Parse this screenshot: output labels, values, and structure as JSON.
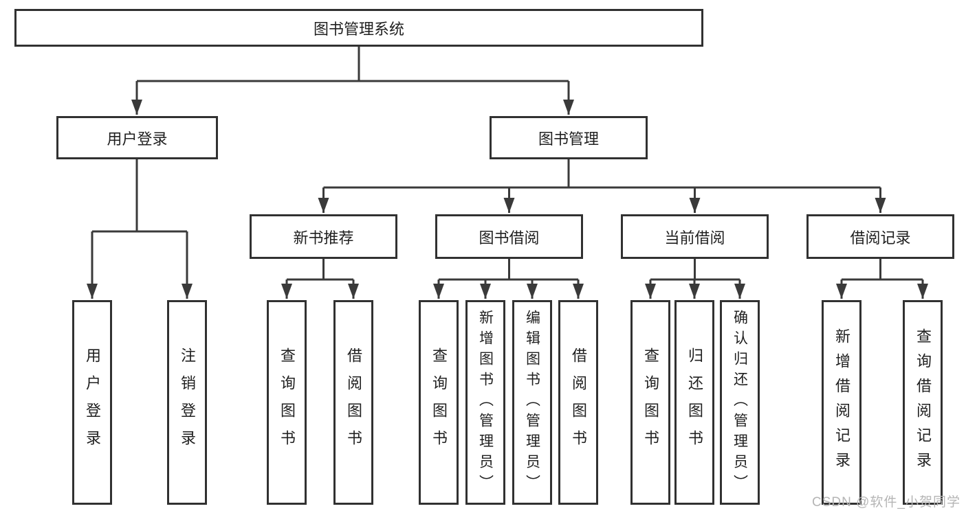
{
  "nodes": {
    "root": {
      "label": "图书管理系统"
    },
    "level2": [
      {
        "label": "用户登录"
      },
      {
        "label": "图书管理"
      }
    ],
    "level3": [
      {
        "label": "新书推荐"
      },
      {
        "label": "图书借阅"
      },
      {
        "label": "当前借阅"
      },
      {
        "label": "借阅记录"
      }
    ],
    "leaves": [
      {
        "label": "用户登录"
      },
      {
        "label": "注销登录"
      },
      {
        "label": "查询图书"
      },
      {
        "label": "借阅图书"
      },
      {
        "label": "查询图书"
      },
      {
        "label": "新增图书（管理员）"
      },
      {
        "label": "编辑图书（管理员）"
      },
      {
        "label": "借阅图书"
      },
      {
        "label": "查询图书"
      },
      {
        "label": "归还图书"
      },
      {
        "label": "确认归还（管理员）"
      },
      {
        "label": "新增借阅记录"
      },
      {
        "label": "查询借阅记录"
      }
    ]
  },
  "watermark": {
    "text": "CSDN @软件_小贺同学"
  },
  "colors": {
    "line": "#3a3a3a",
    "border": "#313131",
    "text": "#1f1f1f",
    "watermark": "#b5b5b5",
    "background": "#ffffff"
  }
}
